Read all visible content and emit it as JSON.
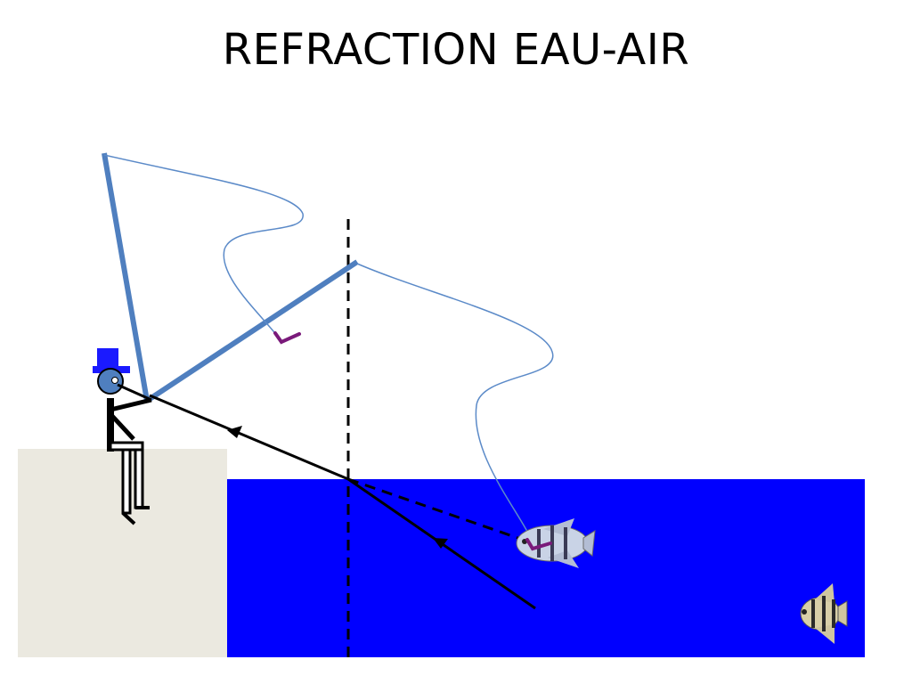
{
  "title": "REFRACTION EAU-AIR",
  "colors": {
    "background": "#ffffff",
    "water": "#0000ff",
    "bank": "#ebe9e0",
    "rod": "#4f7fbf",
    "line": "#5b8ac8",
    "hook": "#7a1a7a",
    "hat": "#1a1aff",
    "ray": "#000000"
  },
  "icons": [
    "fisherman-figure",
    "fishing-rod",
    "hook-icon",
    "angelfish-icon",
    "arrow-icon"
  ]
}
